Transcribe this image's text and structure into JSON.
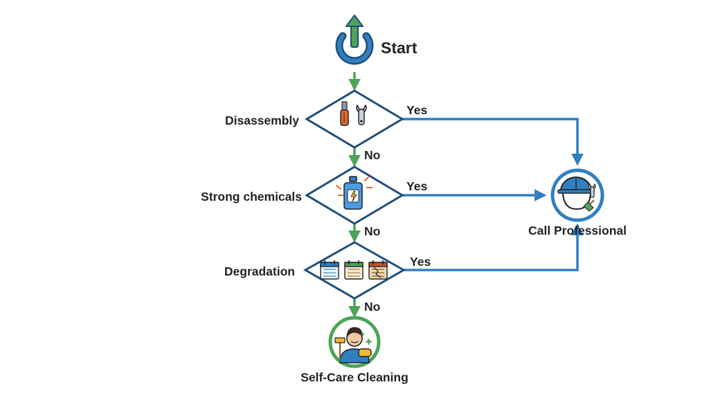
{
  "start": {
    "label": "Start",
    "icon": "power-icon"
  },
  "decisions": [
    {
      "label": "Disassembly",
      "icon": "tools-icon",
      "yes_label": "Yes",
      "no_label": "No"
    },
    {
      "label": "Strong chemicals",
      "icon": "chemical-bottle-icon",
      "yes_label": "Yes",
      "no_label": "No"
    },
    {
      "label": "Degradation",
      "icon": "calendar-degradation-icon",
      "yes_label": "Yes",
      "no_label": "No"
    }
  ],
  "outcomes": {
    "professional": {
      "label": "Call Professional",
      "icon": "worker-helmet-icon"
    },
    "self_care": {
      "label": "Self-Care Cleaning",
      "icon": "person-cleaning-icon"
    }
  },
  "colors": {
    "yes_path": "#2f7fc1",
    "no_path": "#4ea359",
    "shape_outline": "#1f4e79",
    "professional_ring": "#2f7fc1",
    "self_care_ring": "#4ea359",
    "text": "#1f2226"
  }
}
